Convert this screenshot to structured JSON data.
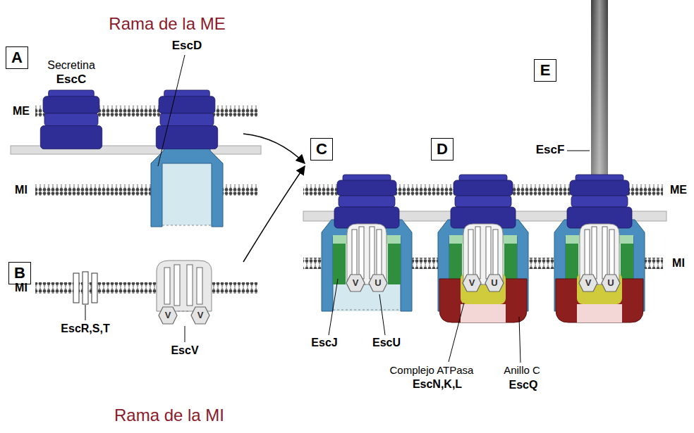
{
  "diagram": {
    "nodes": [
      {
        "text": [
          "A"
        ]
      },
      {
        "text": [
          "B"
        ]
      },
      {
        "text": [
          "C"
        ]
      },
      {
        "text": [
          "D"
        ]
      },
      {
        "text": [
          "E"
        ]
      },
      {
        "text": [
          "V"
        ]
      },
      {
        "text": [
          "V"
        ]
      },
      {
        "text": [
          "V"
        ]
      },
      {
        "text": [
          "U"
        ]
      },
      {
        "text": [
          "V"
        ]
      },
      {
        "text": [
          "U"
        ]
      },
      {
        "text": [
          "V"
        ]
      },
      {
        "text": [
          "U"
        ]
      }
    ],
    "labels": [
      "Rama de la ME",
      "Secretina",
      "EscC",
      "EscD",
      "ME",
      "MI",
      "MI",
      "EscR,S,T",
      "EscV",
      "ME",
      "MI",
      "EscF",
      "EscJ",
      "EscU",
      "Complejo ATPasa",
      "EscN,K,L",
      "Anillo C",
      "EscQ",
      "Rama de la MI"
    ]
  }
}
